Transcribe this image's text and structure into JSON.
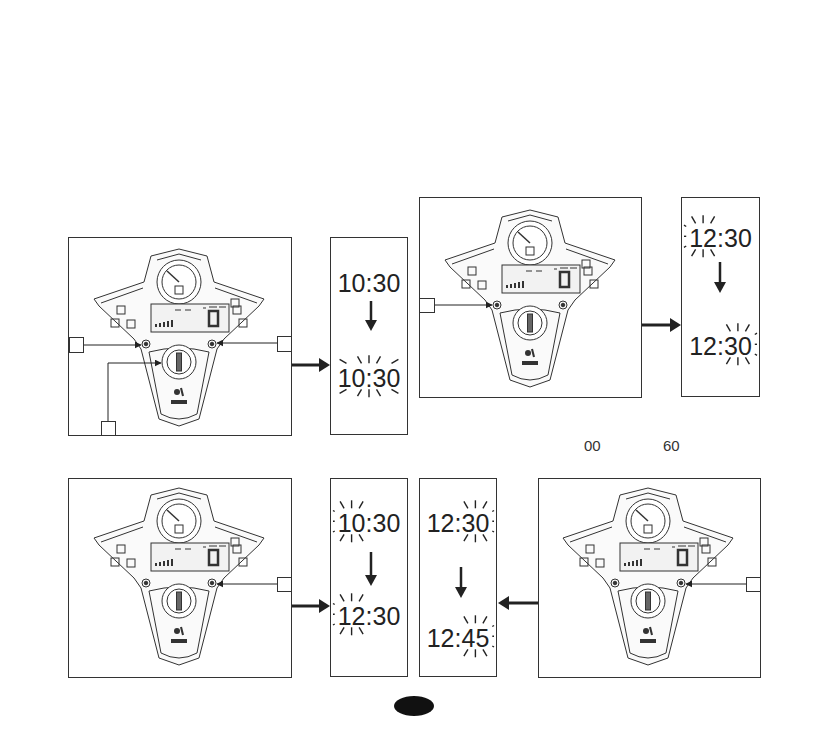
{
  "diagram": {
    "nodes": [
      {
        "text": [
          "10:30",
          "10:30"
        ]
      },
      {
        "text": [
          "12:30",
          "12:30"
        ]
      },
      {
        "text": [
          "10:30",
          "12:30"
        ]
      },
      {
        "text": [
          "12:30",
          "12:45"
        ]
      }
    ],
    "labels": [
      "00",
      "60"
    ]
  }
}
